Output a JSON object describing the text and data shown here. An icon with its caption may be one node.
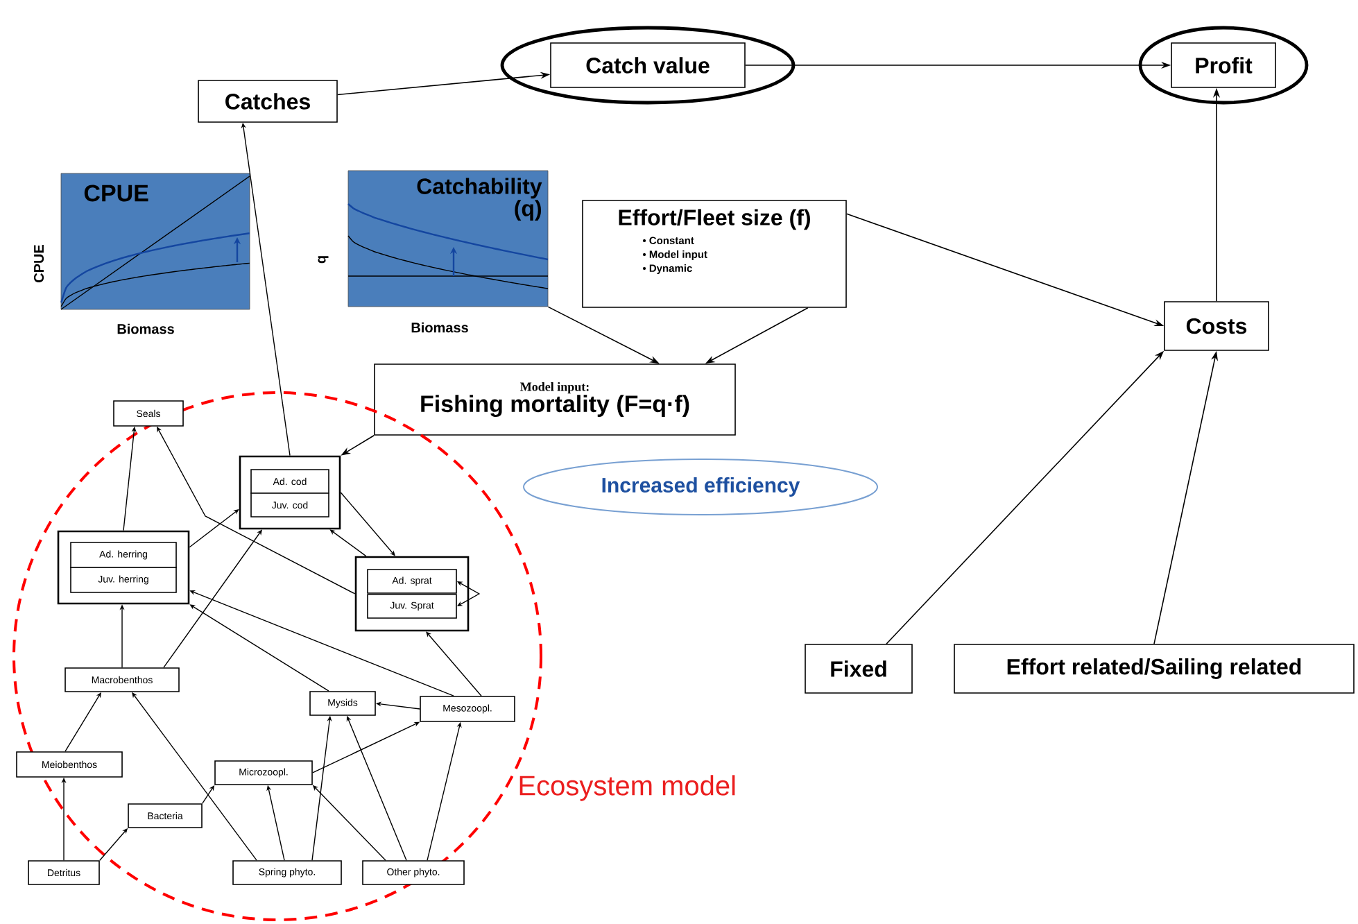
{
  "diagram": {
    "nodes": [
      {
        "text": [
          "Catches"
        ]
      },
      {
        "text": [
          "Catch value"
        ]
      },
      {
        "text": [
          "Profit"
        ]
      },
      {
        "text": [
          "CPUE"
        ],
        "beside": [
          "CPUE",
          "Biomass"
        ]
      },
      {
        "text": [
          "Catchability (q)"
        ],
        "beside": [
          "q",
          "Biomass"
        ]
      },
      {
        "text": [
          "Effort/Fleet size (f)",
          "• Constant",
          "• Model input",
          "• Dynamic"
        ]
      },
      {
        "text": [
          "Costs"
        ]
      },
      {
        "text": [
          "Model input:",
          "Fishing mortality (F=q·f)"
        ]
      },
      {
        "text": [
          "Increased efficiency"
        ]
      },
      {
        "text": [
          "Ecosystem model"
        ]
      },
      {
        "text": [
          "Seals"
        ]
      },
      {
        "text": [],
        "shape": "box",
        "in": 9
      },
      {
        "text": [
          "Ad. cod"
        ],
        "in": 11
      },
      {
        "text": [
          "Juv. cod"
        ],
        "in": 11
      },
      {
        "text": [],
        "shape": "box",
        "in": 9
      },
      {
        "text": [
          "Ad. herring"
        ],
        "in": 14
      },
      {
        "text": [
          "Juv. herring"
        ],
        "in": 14
      },
      {
        "text": [],
        "shape": "box",
        "in": 9
      },
      {
        "text": [
          "Ad. sprat"
        ],
        "in": 17
      },
      {
        "text": [
          "Juv. Sprat"
        ],
        "in": 17
      },
      {
        "text": [
          "Macrobenthos"
        ],
        "in": 9
      },
      {
        "text": [
          "Mysids"
        ],
        "in": 9
      },
      {
        "text": [
          "Mesozoopl."
        ],
        "in": 9
      },
      {
        "text": [
          "Meiobenthos"
        ],
        "in": 9
      },
      {
        "text": [
          "Microzoopl."
        ],
        "in": 9
      },
      {
        "text": [
          "Bacteria"
        ],
        "in": 9
      },
      {
        "text": [
          "Detritus"
        ]
      },
      {
        "text": [
          "Spring phyto."
        ],
        "in": 9
      },
      {
        "text": [
          "Other phyto."
        ],
        "in": 9
      },
      {
        "text": [
          "Fixed"
        ]
      },
      {
        "text": [
          "Effort related/Sailing related"
        ]
      }
    ],
    "edges": [
      {
        "from": 11,
        "to": 0,
        "arrow": "to"
      },
      {
        "from": 0,
        "to": 1,
        "arrow": "to"
      },
      {
        "from": 1,
        "to": 2,
        "arrow": "to"
      },
      {
        "from": 6,
        "to": 2,
        "arrow": "to"
      },
      {
        "from": 5,
        "to": 6,
        "arrow": "to"
      },
      {
        "from": 5,
        "to": 7,
        "arrow": "to"
      },
      {
        "from": 4,
        "to": 7,
        "arrow": "to"
      },
      {
        "from": 7,
        "to": 11,
        "arrow": "to"
      },
      {
        "from": 29,
        "to": 6,
        "arrow": "to"
      },
      {
        "from": 30,
        "to": 6,
        "arrow": "to"
      },
      {
        "from": 14,
        "to": 10,
        "arrow": "to"
      },
      {
        "from": 17,
        "to": 10,
        "arrow": "to"
      },
      {
        "from": 14,
        "to": 11,
        "arrow": "to"
      },
      {
        "from": 20,
        "to": 11,
        "arrow": "to"
      },
      {
        "from": 17,
        "to": 11,
        "arrow": "to"
      },
      {
        "from": 11,
        "to": 17,
        "arrow": "to"
      },
      {
        "from": 19,
        "to": 18,
        "arrow": "both"
      },
      {
        "from": 22,
        "to": 14,
        "arrow": "to"
      },
      {
        "from": 21,
        "to": 14,
        "arrow": "to"
      },
      {
        "from": 22,
        "to": 21,
        "arrow": "to"
      },
      {
        "from": 22,
        "to": 17,
        "arrow": "to"
      },
      {
        "from": 20,
        "to": 14,
        "arrow": "to"
      },
      {
        "from": 23,
        "to": 20,
        "arrow": "to"
      },
      {
        "from": 26,
        "to": 23,
        "arrow": "to"
      },
      {
        "from": 26,
        "to": 25,
        "arrow": "to"
      },
      {
        "from": 25,
        "to": 24,
        "arrow": "to"
      },
      {
        "from": 24,
        "to": 22,
        "arrow": "to"
      },
      {
        "from": 27,
        "to": 20,
        "arrow": "to"
      },
      {
        "from": 27,
        "to": 24,
        "arrow": "to"
      },
      {
        "from": 27,
        "to": 21,
        "arrow": "to"
      },
      {
        "from": 28,
        "to": 24,
        "arrow": "to"
      },
      {
        "from": 28,
        "to": 21,
        "arrow": "to"
      },
      {
        "from": 28,
        "to": 22,
        "arrow": "to"
      }
    ]
  }
}
